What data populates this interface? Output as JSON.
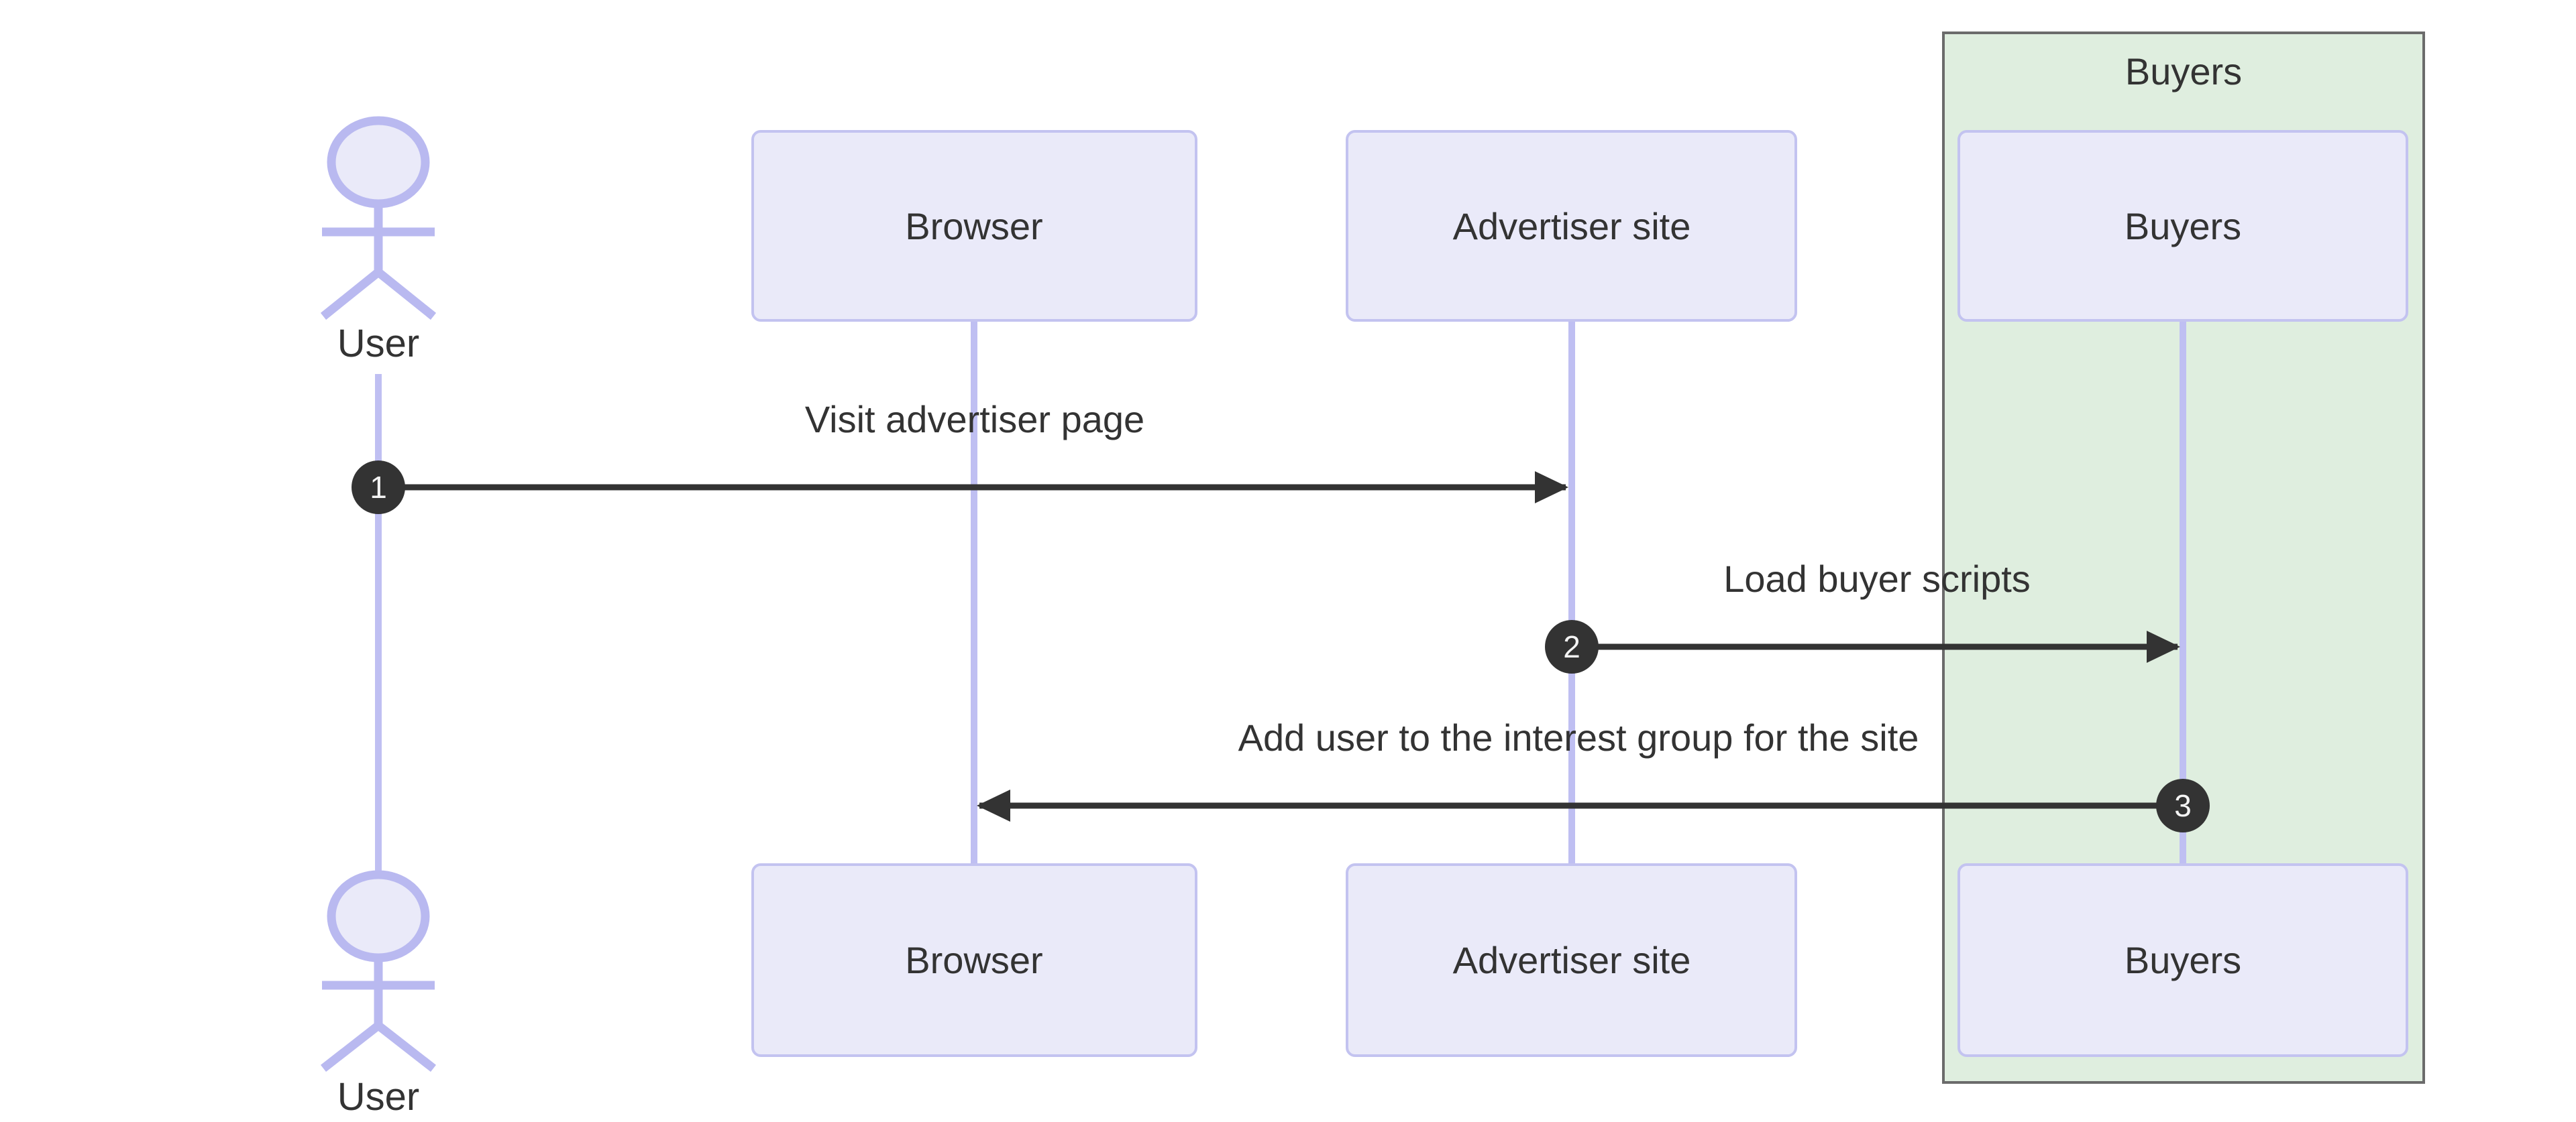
{
  "diagram": {
    "kind": "sequence-diagram",
    "background": "#FFFFFF"
  },
  "participants": [
    {
      "id": "user",
      "label": "User",
      "type": "actor"
    },
    {
      "id": "browser",
      "label": "Browser",
      "type": "participant"
    },
    {
      "id": "advertiser-site",
      "label": "Advertiser site",
      "type": "participant"
    },
    {
      "id": "buyers",
      "label": "Buyers",
      "type": "participant"
    }
  ],
  "group": {
    "label": "Buyers",
    "members": [
      "buyers"
    ]
  },
  "messages": [
    {
      "seq": "1",
      "from": "User",
      "to": "Advertiser site",
      "label": "Visit advertiser page",
      "arrow": "solid-right"
    },
    {
      "seq": "2",
      "from": "Advertiser site",
      "to": "Buyers",
      "label": "Load buyer scripts",
      "arrow": "solid-right"
    },
    {
      "seq": "3",
      "from": "Buyers",
      "to": "Browser",
      "label": "Add user to the interest group for the site",
      "arrow": "solid-left"
    }
  ],
  "colors": {
    "participant_fill": "#EAEAF9",
    "participant_border": "#C3C3F0",
    "lifeline": "#BFBFF2",
    "actor_stroke": "#B9B9F0",
    "group_fill": "#DFEEDF",
    "group_border": "#6B6B6B",
    "message_line": "#333333",
    "badge_fill": "#333333",
    "badge_text": "#F4F4F4",
    "label_text": "#333333"
  }
}
